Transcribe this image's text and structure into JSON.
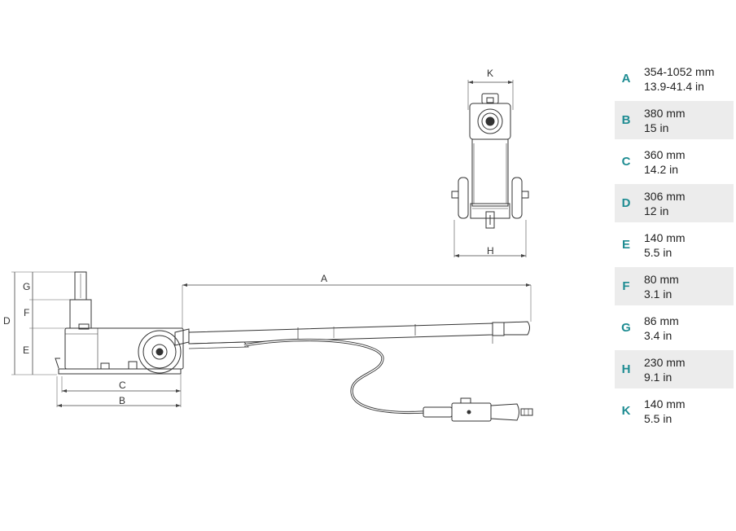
{
  "diagram": {
    "side_view_labels": {
      "a": "A",
      "b": "B",
      "c": "C",
      "d": "D",
      "e": "E",
      "f": "F",
      "g": "G"
    },
    "front_view_labels": {
      "h": "H",
      "k": "K"
    }
  },
  "specs": [
    {
      "letter": "A",
      "metric": "354-1052 mm",
      "imperial": "13.9-41.4 in"
    },
    {
      "letter": "B",
      "metric": "380 mm",
      "imperial": "15 in"
    },
    {
      "letter": "C",
      "metric": "360 mm",
      "imperial": "14.2 in"
    },
    {
      "letter": "D",
      "metric": "306 mm",
      "imperial": "12 in"
    },
    {
      "letter": "E",
      "metric": "140 mm",
      "imperial": "5.5 in"
    },
    {
      "letter": "F",
      "metric": "80 mm",
      "imperial": "3.1 in"
    },
    {
      "letter": "G",
      "metric": "86 mm",
      "imperial": "3.4 in"
    },
    {
      "letter": "H",
      "metric": "230 mm",
      "imperial": "9.1 in"
    },
    {
      "letter": "K",
      "metric": "140 mm",
      "imperial": "5.5 in"
    }
  ],
  "colors": {
    "accent": "#1e8c92",
    "shade": "#ececec",
    "line": "#333333"
  }
}
